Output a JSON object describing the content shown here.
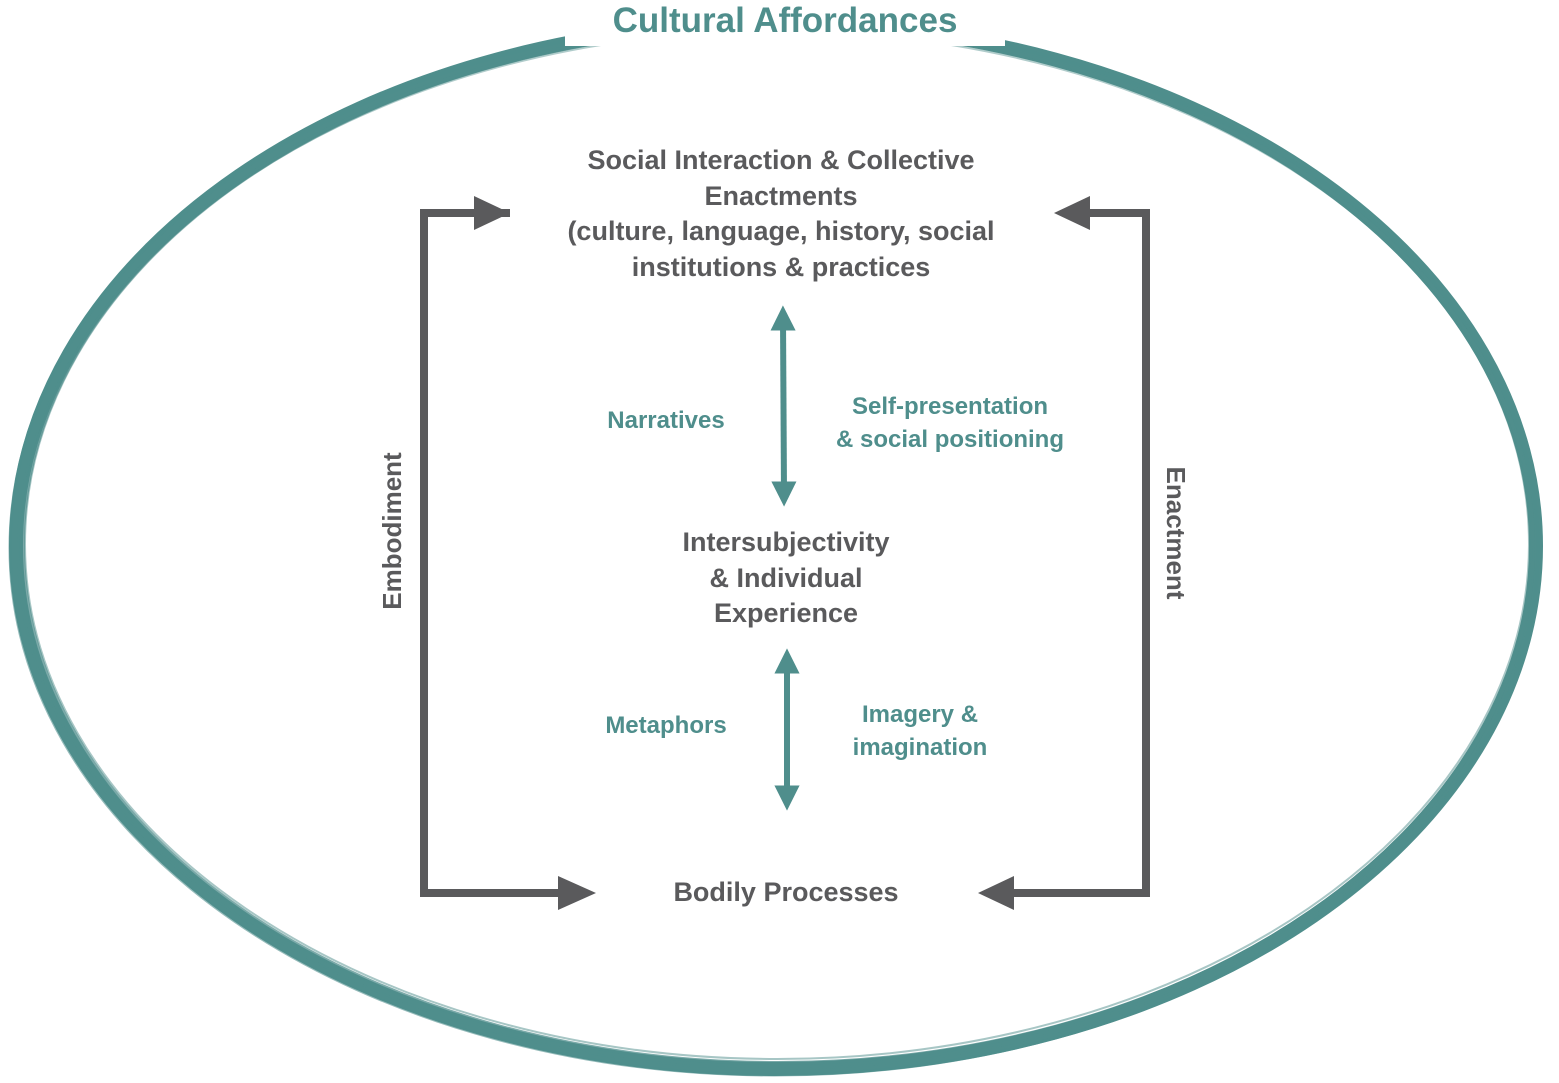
{
  "diagram": {
    "title": "Cultural Affordances",
    "nodes": {
      "top": {
        "lines": [
          "Social Interaction & Collective",
          "Enactments",
          "(culture, language, history, social",
          "institutions & practices"
        ]
      },
      "middle": {
        "lines": [
          "Intersubjectivity",
          "& Individual",
          "Experience"
        ]
      },
      "bottom": {
        "lines": [
          "Bodily Processes"
        ]
      }
    },
    "links": {
      "upper_left": "Narratives",
      "upper_right": [
        "Self-presentation",
        "& social positioning"
      ],
      "lower_left": "Metaphors",
      "lower_right": [
        "Imagery &",
        "imagination"
      ]
    },
    "side_loops": {
      "left": "Embodiment",
      "right": "Enactment"
    },
    "colors": {
      "accent": "#4f8e8c",
      "text_dark": "#5a5a5c",
      "arrow_dark": "#5a5a5c",
      "background": "#ffffff"
    }
  }
}
